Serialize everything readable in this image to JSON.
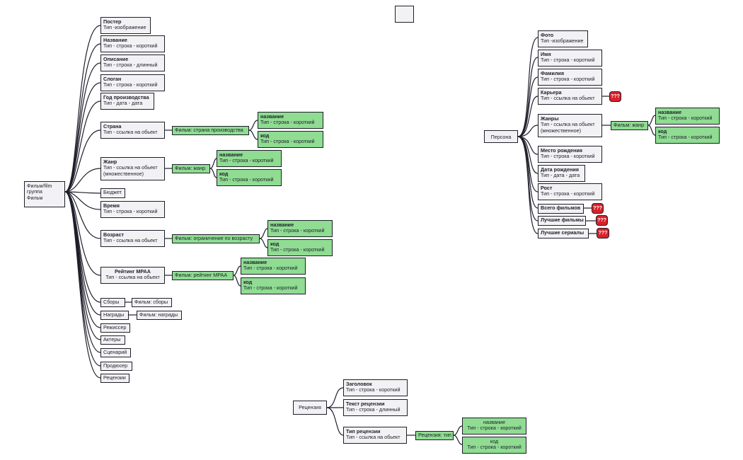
{
  "film": {
    "root": [
      "Фильм/film",
      "группа",
      "Фильм"
    ],
    "poster": {
      "title": "Постер",
      "sub": "Тип -изображение"
    },
    "name": {
      "title": "Название",
      "sub": "Тип - строка - короткий"
    },
    "description": {
      "title": "Описание",
      "sub": "Тип - строка - длинный"
    },
    "slogan": {
      "title": "Слоган",
      "sub": "Тип - строка - короткий"
    },
    "year": {
      "title": "Год производства",
      "sub": "Тип - дата - дата"
    },
    "country": {
      "title": "Страна",
      "sub": "Тип - ссылка на обьект",
      "rel": "Фильм: страна производства",
      "f1": {
        "title": "название",
        "sub": "Тип - строка - короткий"
      },
      "f2": {
        "title": "код",
        "sub": "Тип - строка - короткий"
      }
    },
    "genre": {
      "title": "Жанр",
      "sub": "Тип - ссылка на обьект",
      "sub2": "(множественное)",
      "rel": "Фильм: жанр",
      "f1": {
        "title": "название",
        "sub": "Тип - строка - короткий"
      },
      "f2": {
        "title": "код",
        "sub": "Тип - строка - короткий"
      }
    },
    "budget": "Бюджет",
    "time": {
      "title": "Время",
      "sub": "Тип - строка - короткий"
    },
    "age": {
      "title": "Возраст",
      "sub": "Тип - ссылка на обьект",
      "rel": "Фильм: ограничение по возрасту",
      "f1": {
        "title": "название",
        "sub": "Тип - строка - короткий"
      },
      "f2": {
        "title": "код",
        "sub": "Тип - строка - короткий"
      }
    },
    "mpaa": {
      "title": "Рейтинг МРАА",
      "sub": "Тип - ссылка на обьект",
      "rel": "Фильм: рейтинг МРАА",
      "f1": {
        "title": "название",
        "sub": "Тип - строка - короткий"
      },
      "f2": {
        "title": "код",
        "sub": "Тип - строка - короткий"
      }
    },
    "fees": "Сборы",
    "fees_rel": "Фильм: сборы",
    "awards": "Награды",
    "awards_rel": "Фильм: награды",
    "director": "Режиссер",
    "actors": "Актеры",
    "script": "Сценарий",
    "producer": "Продюсер",
    "reviews": "Рецензии"
  },
  "person": {
    "root": "Персона",
    "photo": {
      "title": "Фото",
      "sub": "Тип -изображение"
    },
    "firstname": {
      "title": "Имя",
      "sub": "Тип - строка - короткий"
    },
    "lastname": {
      "title": "Фамилия",
      "sub": "Тип - строка - короткий"
    },
    "career": {
      "title": "Карьера",
      "sub": "Тип - ссылка на обьект"
    },
    "genres": {
      "title": "Жанры",
      "sub": "Тип - ссылка на обьект",
      "sub2": "(множественное)",
      "rel": "Фильм: жанр",
      "f1": {
        "title": "название",
        "sub": "Тип - строка - короткий"
      },
      "f2": {
        "title": "код",
        "sub": "Тип - строка - короткий"
      }
    },
    "birthplace": {
      "title": "Место рождения",
      "sub": "Тип - строка - короткий"
    },
    "birthdate": {
      "title": "Дата рождения",
      "sub": "Тип - дата - дата"
    },
    "height": {
      "title": "Рост",
      "sub": "Тип - строка - короткий"
    },
    "total": "Всего фильмов",
    "best_films": "Лучшие фильмы",
    "best_series": "Лучшие сериалы",
    "unknown": "???"
  },
  "review": {
    "root": "Рецензия",
    "heading": {
      "title": "Заголовок",
      "sub": "Тип - строка - короткий"
    },
    "text": {
      "title": "Текст рецензии",
      "sub": "Тип - строка - длинный"
    },
    "type": {
      "title": "Тип рецензии",
      "sub": "Тип - ссылка на обьект",
      "rel": "Рецензия: тип",
      "f1": {
        "title": "название",
        "sub": "Тип - строка - короткий"
      },
      "f2": {
        "title": "код",
        "sub": "Тип - строка - короткий"
      }
    }
  },
  "colors": {
    "node": "#f2f2f4",
    "relation": "#8fdc92",
    "unknown": "#d8222a",
    "line": "#1e1e2a"
  }
}
